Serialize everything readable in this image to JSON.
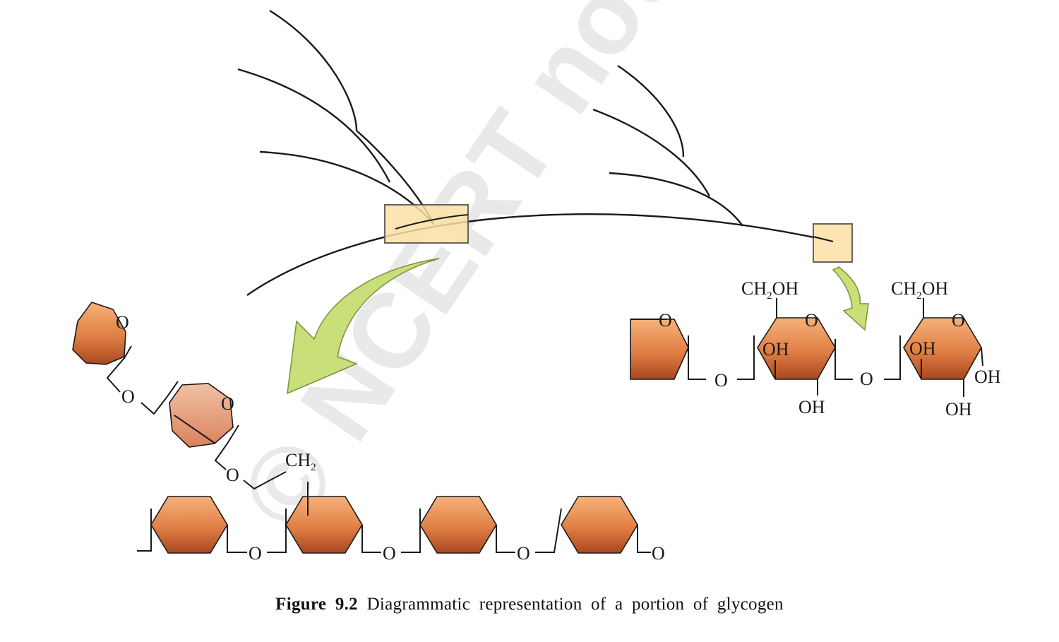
{
  "watermark": "© NCERT not to be republished",
  "labels": {
    "ring_oxygen": "O",
    "linkage_oxygen": "O",
    "hydroxymethyl_pre": "CH",
    "hydroxymethyl_sub": "2",
    "hydroxymethyl_post": "OH",
    "methylene_pre": "CH",
    "methylene_sub": "2",
    "hydroxyl": "OH"
  },
  "caption": {
    "label": "Figure 9.2",
    "text": "Diagrammatic representation of a portion of glycogen"
  },
  "colors": {
    "ring_top": "#f2a46b",
    "ring_bottom": "#b7532a",
    "ring_light": "#e8a27f",
    "highlight_box": "#fbe0a5",
    "arrow_green": "#c9e07a",
    "line": "#1a1a1a"
  }
}
